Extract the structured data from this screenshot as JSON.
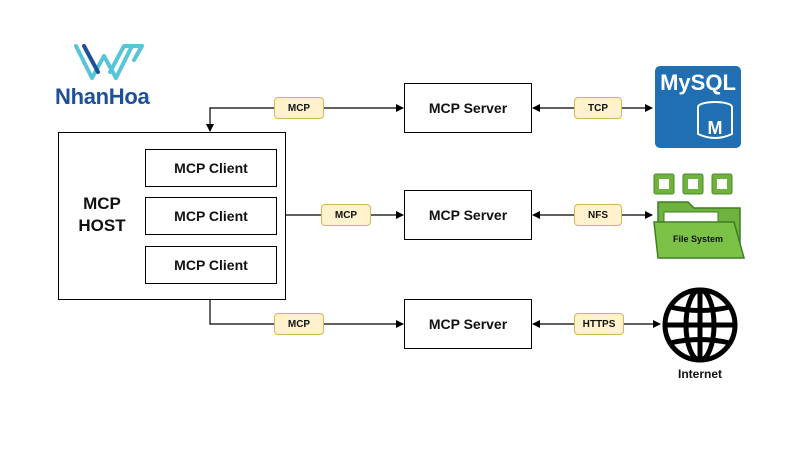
{
  "logo": {
    "text": "NhanHoa",
    "brand_color": "#1e4f97",
    "accent_color": "#57c4d8"
  },
  "host": {
    "line1": "MCP",
    "line2": "HOST"
  },
  "clients": [
    {
      "label": "MCP Client"
    },
    {
      "label": "MCP Client"
    },
    {
      "label": "MCP Client"
    }
  ],
  "servers": [
    {
      "label": "MCP Server",
      "client_protocol": "MCP",
      "resource_protocol": "TCP"
    },
    {
      "label": "MCP Server",
      "client_protocol": "MCP",
      "resource_protocol": "NFS"
    },
    {
      "label": "MCP Server",
      "client_protocol": "MCP",
      "resource_protocol": "HTTPS"
    }
  ],
  "resources": {
    "database": {
      "title": "MySQL",
      "letter": "M",
      "color": "#1f6fb2"
    },
    "filesystem": {
      "label": "File System",
      "color": "#6fb33e"
    },
    "internet": {
      "label": "Internet",
      "icon": "globe-icon"
    }
  },
  "colors": {
    "tag_fill": "#fff2cc",
    "tag_border": "#d6b656",
    "line": "#000000"
  }
}
